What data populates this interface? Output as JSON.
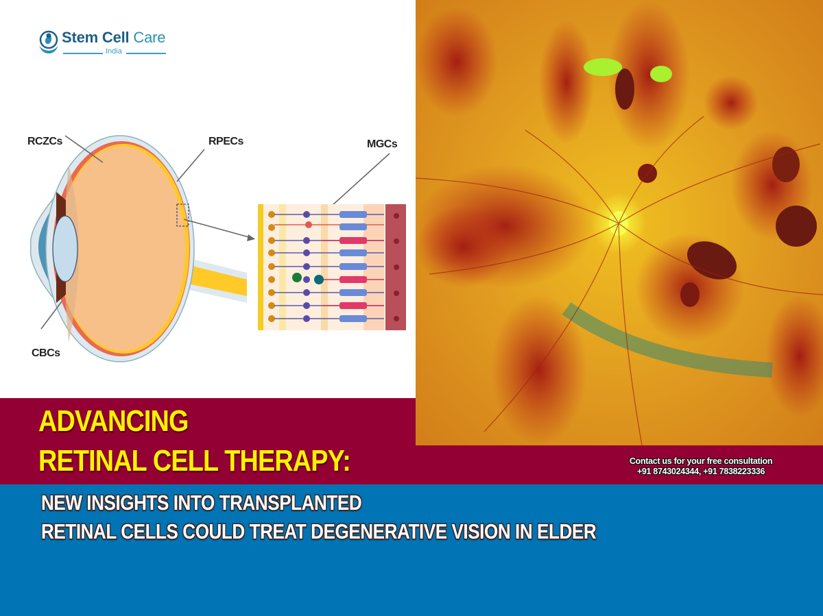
{
  "logo": {
    "name_primary": "Stem Cell",
    "name_secondary": " Care",
    "subtitle": "India",
    "icon": "fetus-in-hands-icon",
    "colors": {
      "primary": "#1d5f86",
      "secondary": "#2a8fb6"
    }
  },
  "diagram": {
    "labels": {
      "rczcs": "RCZCs",
      "rpecs": "RPECs",
      "mgcs": "MGCs",
      "cbcs": "CBCs"
    },
    "eye_icon": "eye-cross-section-icon",
    "retina_layers_icon": "retina-cell-layers-icon"
  },
  "photo": {
    "icon": "retina-fundus-photo"
  },
  "headline": {
    "line1": "ADVANCING",
    "line2": "RETINAL CELL THERAPY:",
    "color": "#fff200"
  },
  "subheadline": {
    "line1": "NEW INSIGHTS INTO TRANSPLANTED",
    "line2": "RETINAL CELLS COULD TREAT DEGENERATIVE VISION IN ELDER"
  },
  "contact": {
    "line1": "Contact us for your free consultation",
    "line2": "+91 8743024344, +91 7838223336"
  },
  "colors": {
    "maroon_band": "#930033",
    "blue_band": "#0074b4"
  }
}
